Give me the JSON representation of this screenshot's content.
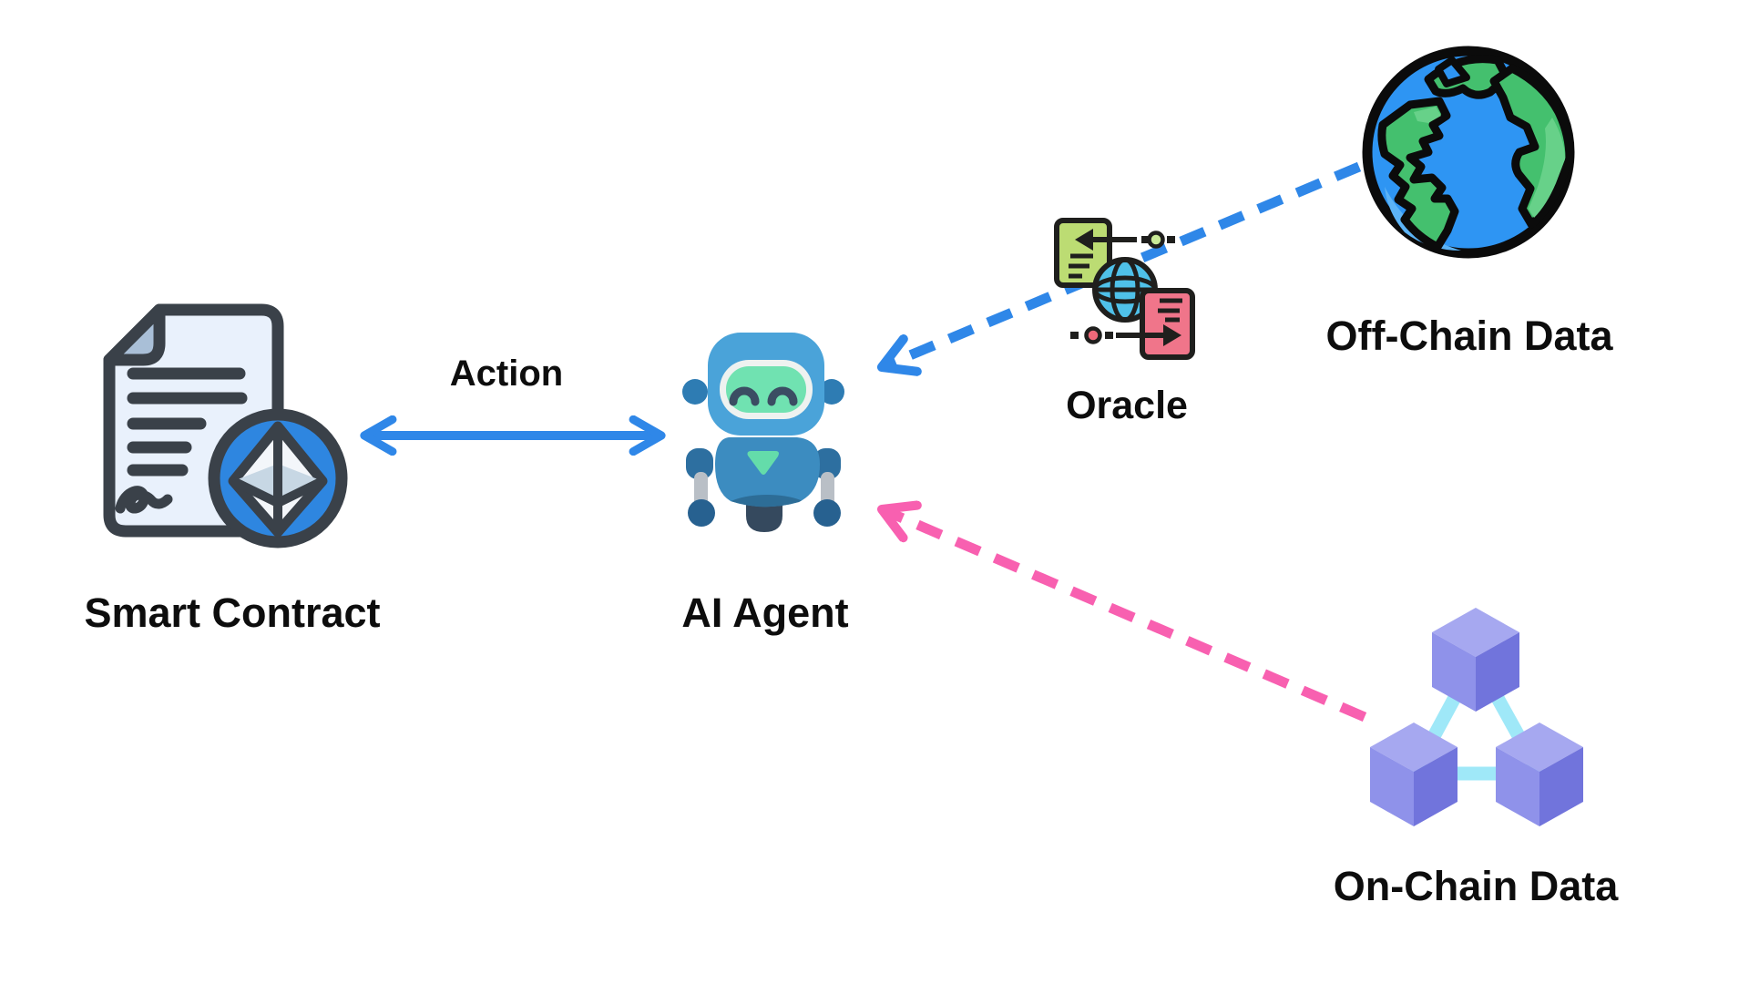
{
  "diagram": {
    "background": "#ffffff",
    "nodes": {
      "smart_contract": {
        "label": "Smart Contract",
        "icon": "document-with-ethereum-badge"
      },
      "ai_agent": {
        "label": "AI Agent",
        "icon": "robot"
      },
      "oracle": {
        "label": "Oracle",
        "icon": "globe-with-inbound-outbound-documents"
      },
      "off_chain_data": {
        "label": "Off-Chain Data",
        "icon": "earth-globe"
      },
      "on_chain_data": {
        "label": "On-Chain Data",
        "icon": "linked-blockchain-cubes"
      }
    },
    "edges": [
      {
        "id": "action",
        "label": "Action",
        "from": "smart_contract",
        "to": "ai_agent",
        "style": "solid",
        "direction": "bidirectional",
        "color": "#2f87e8"
      },
      {
        "id": "off_chain_feed",
        "from": "off_chain_data",
        "to": "ai_agent",
        "via": "oracle",
        "style": "dashed",
        "direction": "to-agent",
        "color": "#2f87e8"
      },
      {
        "id": "on_chain_feed",
        "from": "on_chain_data",
        "to": "ai_agent",
        "style": "dashed",
        "direction": "to-agent",
        "color": "#f860b0"
      }
    ],
    "palette": {
      "label_text": "#0d0d0d",
      "ethereum_blue": "#2e86e0",
      "document_fill": "#e9f1fc",
      "robot_blue": "#4aa3d9",
      "robot_screen_mint": "#70e2b1",
      "earth_ocean_blue": "#2e95f3",
      "earth_land_green": "#44c06e",
      "oracle_doc_green": "#bcdc73",
      "oracle_doc_pink": "#f0758a",
      "oracle_globe_blue": "#4fc1e9",
      "cube_purple": "#8f92ea",
      "cube_link_cyan": "#9fe8f8"
    }
  }
}
